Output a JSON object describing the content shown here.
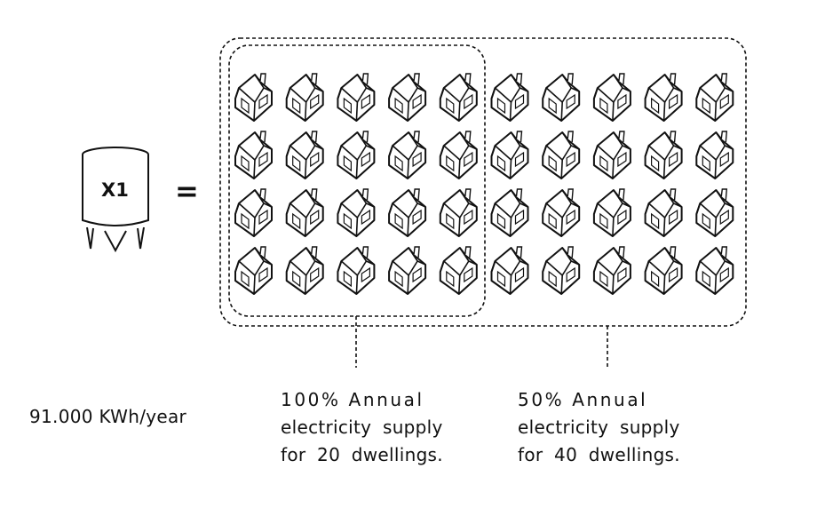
{
  "source": {
    "tank_label": "X1",
    "equals_sign": "=",
    "energy": "91.000 KWh/year"
  },
  "houses": {
    "rows": 4,
    "columns": 10,
    "total": 40,
    "highlighted_columns": 5,
    "highlighted_total": 20
  },
  "captions": {
    "full": {
      "line1": "100% Annual",
      "line2": "electricity supply",
      "line3": "for 20 dwellings."
    },
    "half": {
      "line1": "50% Annual",
      "line2": "electricity supply",
      "line3": "for 40 dwellings."
    }
  }
}
